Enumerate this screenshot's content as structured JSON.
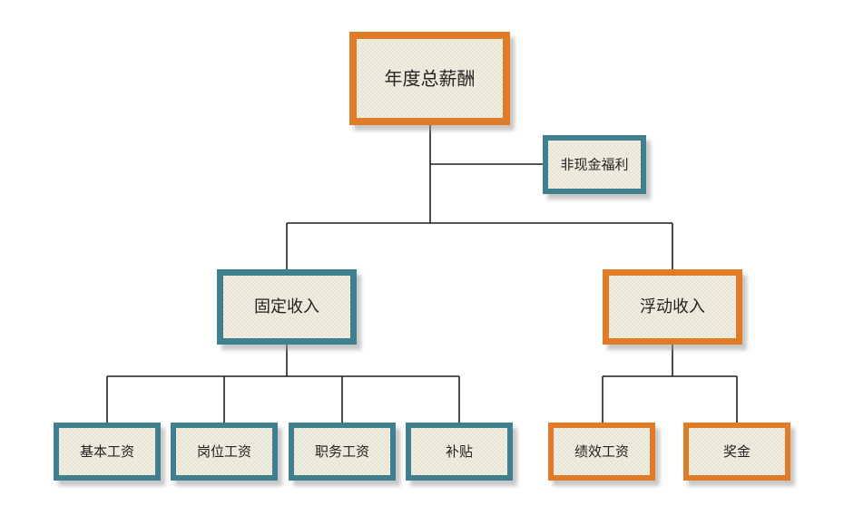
{
  "diagram": {
    "colors": {
      "orange": "#e07b27",
      "teal": "#3f7f8e",
      "fill": "#f1eee2",
      "dots": "#d8d3c3",
      "shadow": "#9a9a9a",
      "line": "#1f1f1f",
      "text": "#222222"
    },
    "nodes": {
      "total": "年度总薪酬",
      "noncash": "非现金福利",
      "fixed": "固定收入",
      "floating": "浮动收入",
      "basic": "基本工资",
      "post": "岗位工资",
      "duty": "职务工资",
      "subsidy": "补贴",
      "perf": "绩效工资",
      "bonus": "奖金"
    }
  }
}
